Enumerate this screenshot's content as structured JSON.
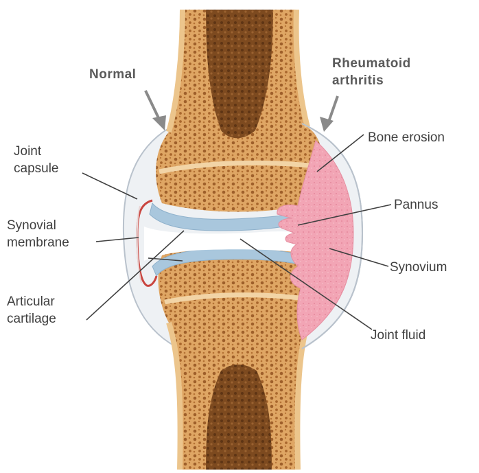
{
  "headers": {
    "normal": "Normal",
    "rheumatoid_line1": "Rheumatoid",
    "rheumatoid_line2": "arthritis"
  },
  "labels": {
    "joint_capsule_line1": "Joint",
    "joint_capsule_line2": "capsule",
    "synovial_membrane_line1": "Synovial",
    "synovial_membrane_line2": "membrane",
    "articular_cartilage_line1": "Articular",
    "articular_cartilage_line2": "cartilage",
    "bone_erosion": "Bone erosion",
    "pannus": "Pannus",
    "synovium": "Synovium",
    "joint_fluid": "Joint fluid"
  },
  "colors": {
    "bone": "#d99a55",
    "bone_light": "#ecc58c",
    "marrow": "#7a4a22",
    "cartilage": "#a9c7dd",
    "capsule": "#d6dee6",
    "synovium_red": "#f3a7b6",
    "synovial_membrane": "#c9453f",
    "leader": "#3f3f3f",
    "arrow": "#8a8a8a"
  }
}
